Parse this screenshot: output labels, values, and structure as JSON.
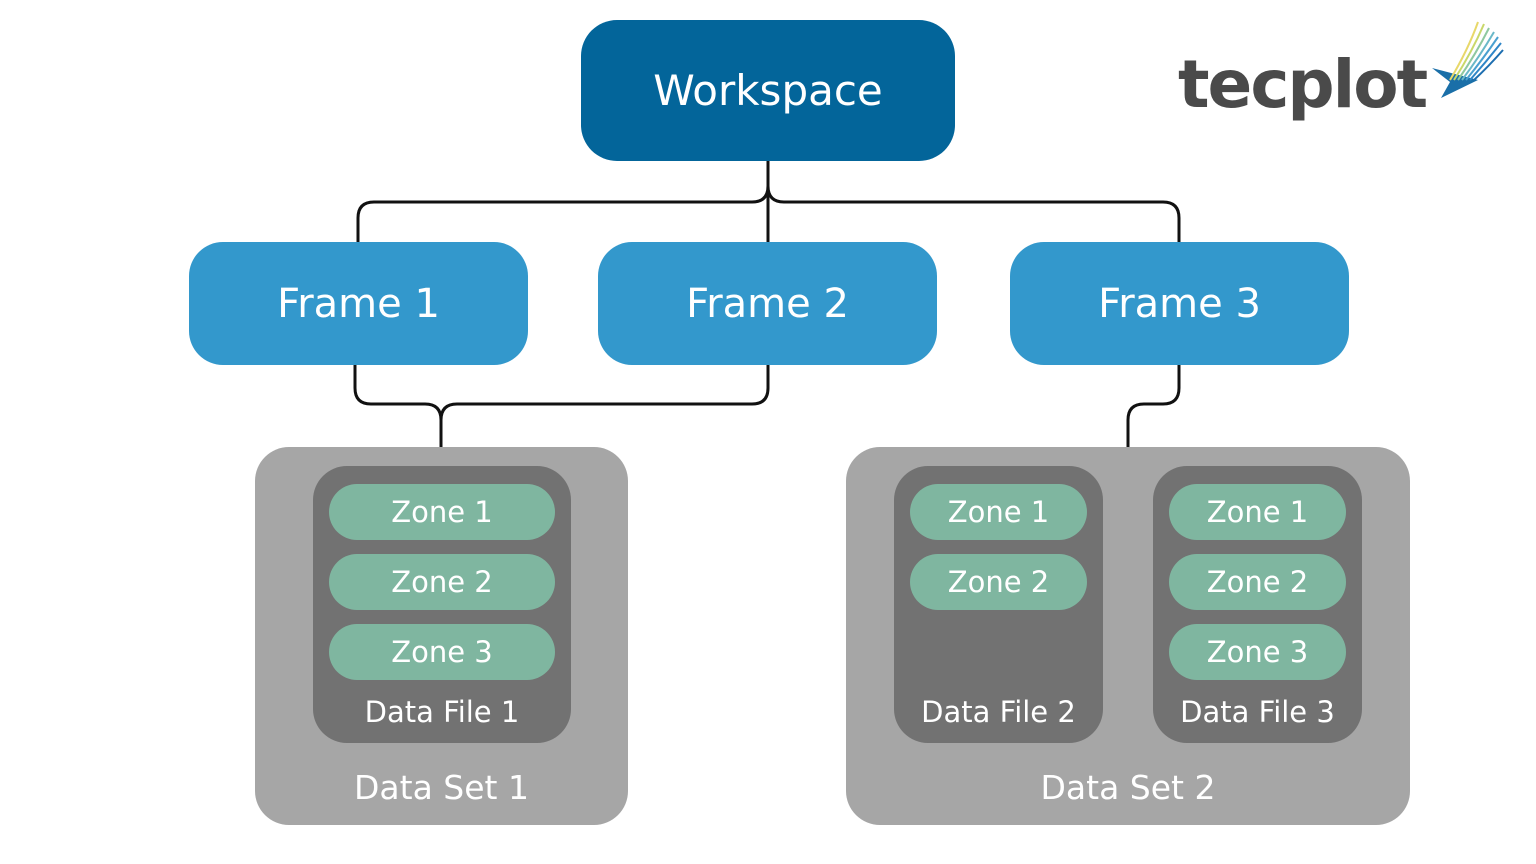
{
  "workspace": {
    "label": "Workspace"
  },
  "frames": [
    {
      "label": "Frame 1"
    },
    {
      "label": "Frame 2"
    },
    {
      "label": "Frame 3"
    }
  ],
  "datasets": [
    {
      "label": "Data Set 1",
      "files": [
        {
          "label": "Data File 1",
          "zones": [
            "Zone 1",
            "Zone 2",
            "Zone 3"
          ]
        }
      ]
    },
    {
      "label": "Data Set 2",
      "files": [
        {
          "label": "Data File 2",
          "zones": [
            "Zone 1",
            "Zone 2"
          ]
        },
        {
          "label": "Data File 3",
          "zones": [
            "Zone 1",
            "Zone 2",
            "Zone 3"
          ]
        }
      ]
    }
  ],
  "logo": {
    "text": "tecplot"
  },
  "colors": {
    "workspace": "#03659a",
    "frame": "#3398cc",
    "dataset": "#a6a6a6",
    "datafile": "#727272",
    "zone": "#7fb6a0",
    "connector": "#000000"
  }
}
